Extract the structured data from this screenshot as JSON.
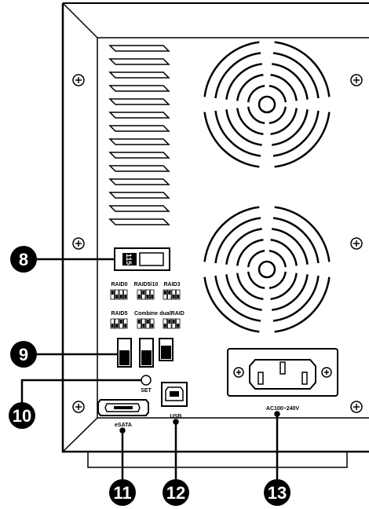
{
  "callouts": [
    "8",
    "9",
    "10",
    "11",
    "12",
    "13"
  ],
  "voltage_switch_label": "115",
  "raid_modes": [
    "RAID0",
    "RAID5/10",
    "RAID3",
    "RAID5",
    "Combine",
    "dualRAID"
  ],
  "set_button_label": "SET",
  "port_labels": {
    "esata": "eSATA",
    "usb": "USB",
    "power": "AC100~240V"
  }
}
